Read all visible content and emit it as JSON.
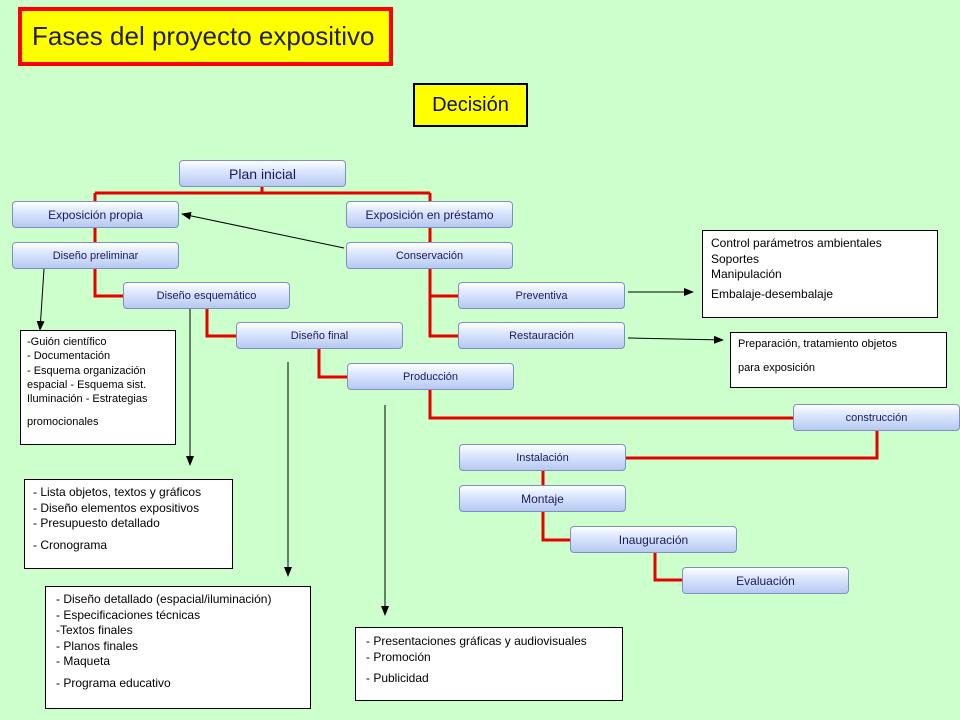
{
  "title": "Fases del proyecto expositivo",
  "decision": "Decisión",
  "nodes": {
    "plan_inicial": "Plan inicial",
    "exposicion_propia": "Exposición propia",
    "exposicion_prestamo": "Exposición en préstamo",
    "diseno_preliminar": "Diseño preliminar",
    "conservacion": "Conservación",
    "diseno_esquematico": "Diseño esquemático",
    "preventiva": "Preventiva",
    "diseno_final": "Diseño final",
    "restauracion": "Restauración",
    "produccion": "Producción",
    "construccion": "construcción",
    "instalacion": "Instalación",
    "montaje": "Montaje",
    "inauguracion": "Inauguración",
    "evaluacion": "Evaluación"
  },
  "notes": {
    "control": [
      "Control parámetros ambientales",
      "Soportes",
      "Manipulación",
      "Embalaje-desembalaje"
    ],
    "preparacion": [
      "Preparación, tratamiento objetos",
      "para exposición"
    ],
    "guion": [
      "-Guión científico",
      "- Documentación",
      "- Esquema organización",
      "espacial - Esquema sist.",
      "Iluminación - Estrategias",
      "promocionales"
    ],
    "lista": [
      "- Lista objetos, textos y gráficos",
      "- Diseño elementos expositivos",
      "- Presupuesto detallado",
      "- Cronograma"
    ],
    "detallado": [
      "- Diseño detallado (espacial/iluminación)",
      "- Especificaciones técnicas",
      "-Textos finales",
      "- Planos finales",
      "- Maqueta",
      "- Programa educativo"
    ],
    "presentaciones": [
      "- Presentaciones gráficas y audiovisuales",
      "- Promoción",
      "- Publicidad"
    ]
  },
  "colors": {
    "background": "#ccffcc",
    "connector": "#e60000",
    "arrow": "#000000",
    "title_fill": "#ffff00",
    "title_border": "#ff0000"
  }
}
